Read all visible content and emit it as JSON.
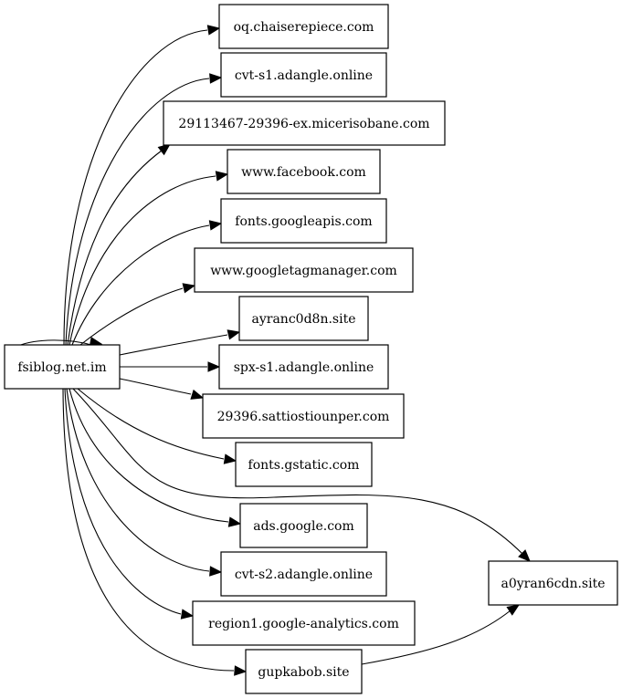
{
  "graph": {
    "nodes": [
      {
        "id": "n0",
        "label": "fsiblog.net.im"
      },
      {
        "id": "n1",
        "label": "oq.chaiserepiece.com"
      },
      {
        "id": "n2",
        "label": "cvt-s1.adangle.online"
      },
      {
        "id": "n3",
        "label": "29113467-29396-ex.micerisobane.com"
      },
      {
        "id": "n4",
        "label": "www.facebook.com"
      },
      {
        "id": "n5",
        "label": "fonts.googleapis.com"
      },
      {
        "id": "n6",
        "label": "www.googletagmanager.com"
      },
      {
        "id": "n7",
        "label": "ayranc0d8n.site"
      },
      {
        "id": "n8",
        "label": "spx-s1.adangle.online"
      },
      {
        "id": "n9",
        "label": "29396.sattiostiounper.com"
      },
      {
        "id": "n10",
        "label": "fonts.gstatic.com"
      },
      {
        "id": "n11",
        "label": "ads.google.com"
      },
      {
        "id": "n12",
        "label": "cvt-s2.adangle.online"
      },
      {
        "id": "n13",
        "label": "region1.google-analytics.com"
      },
      {
        "id": "n14",
        "label": "gupkabob.site"
      },
      {
        "id": "n15",
        "label": "a0yran6cdn.site"
      }
    ],
    "edges": [
      {
        "from": "n0",
        "to": "n0"
      },
      {
        "from": "n0",
        "to": "n1"
      },
      {
        "from": "n0",
        "to": "n2"
      },
      {
        "from": "n0",
        "to": "n3"
      },
      {
        "from": "n0",
        "to": "n4"
      },
      {
        "from": "n0",
        "to": "n5"
      },
      {
        "from": "n0",
        "to": "n6"
      },
      {
        "from": "n0",
        "to": "n7"
      },
      {
        "from": "n0",
        "to": "n8"
      },
      {
        "from": "n0",
        "to": "n9"
      },
      {
        "from": "n0",
        "to": "n10"
      },
      {
        "from": "n0",
        "to": "n15"
      },
      {
        "from": "n0",
        "to": "n11"
      },
      {
        "from": "n0",
        "to": "n12"
      },
      {
        "from": "n0",
        "to": "n13"
      },
      {
        "from": "n0",
        "to": "n14"
      },
      {
        "from": "n14",
        "to": "n15"
      }
    ]
  }
}
